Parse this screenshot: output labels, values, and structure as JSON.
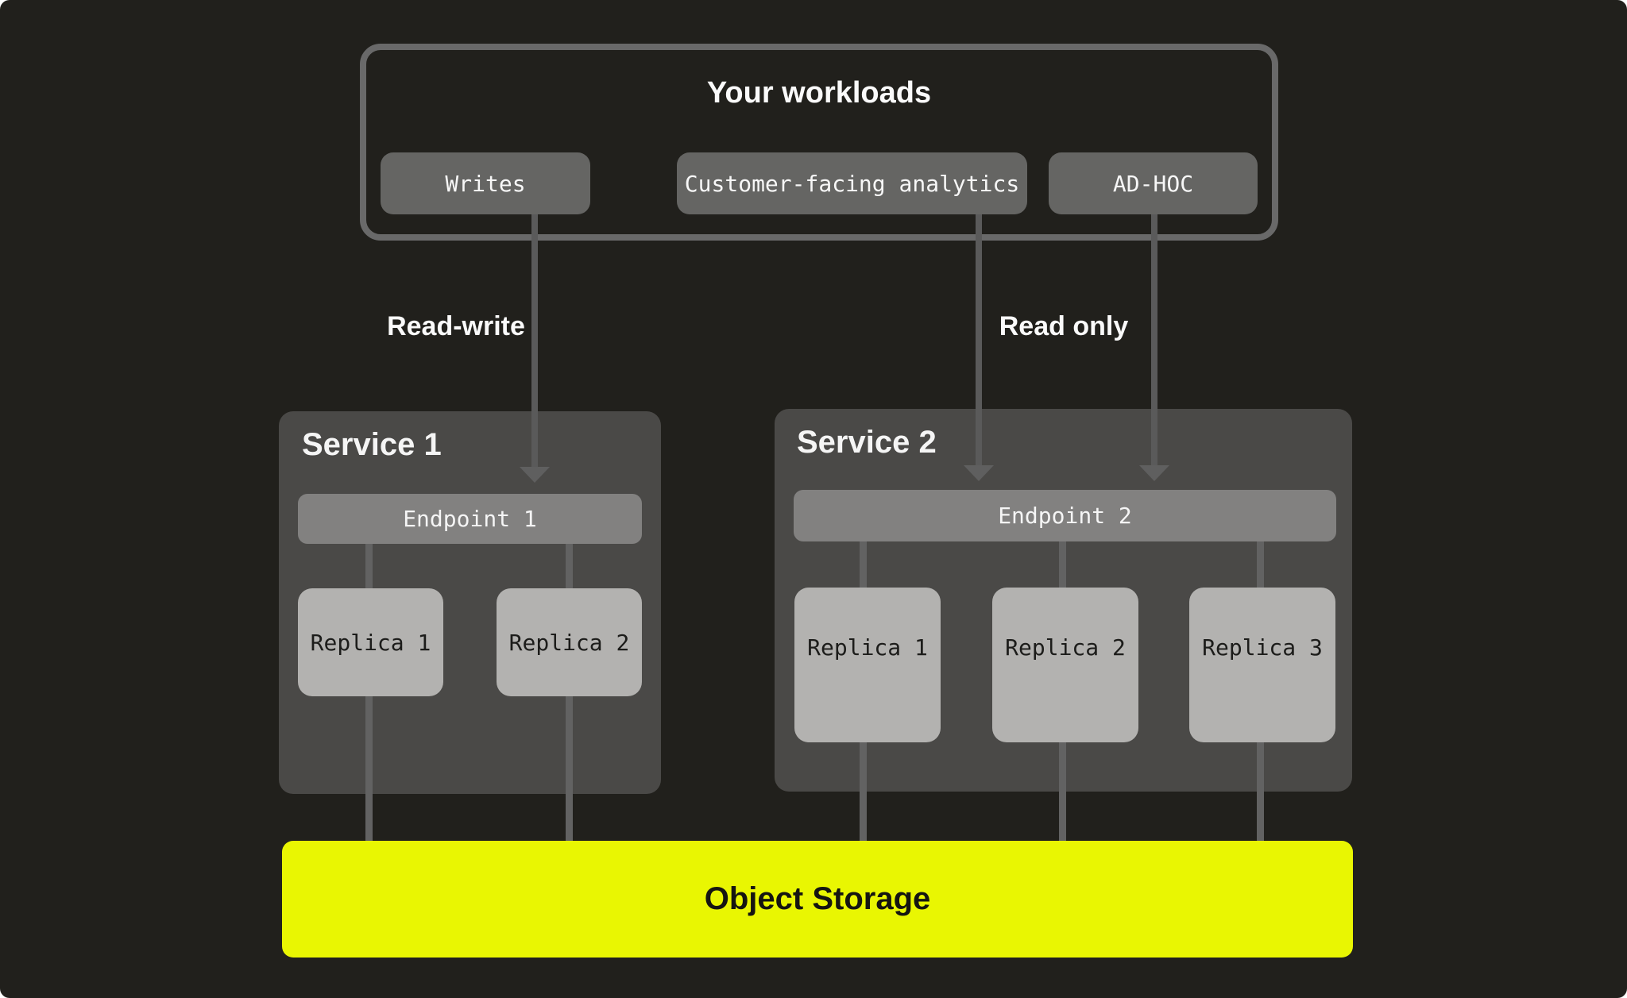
{
  "workloads": {
    "title": "Your workloads",
    "buttons": [
      {
        "label": "Writes"
      },
      {
        "label": "Customer-facing analytics"
      },
      {
        "label": "AD-HOC"
      }
    ]
  },
  "flows": {
    "read_write_label": "Read-write",
    "read_only_label": "Read only"
  },
  "services": [
    {
      "title": "Service 1",
      "endpoint_label": "Endpoint 1",
      "replicas": [
        {
          "label": "Replica 1"
        },
        {
          "label": "Replica 2"
        }
      ]
    },
    {
      "title": "Service 2",
      "endpoint_label": "Endpoint 2",
      "replicas": [
        {
          "label": "Replica 1"
        },
        {
          "label": "Replica 2"
        },
        {
          "label": "Replica 3"
        }
      ]
    }
  ],
  "storage": {
    "label": "Object Storage"
  },
  "colors": {
    "background": "#21201c",
    "panel_border": "#696969",
    "workload_chip": "#656563",
    "service_box": "#4a4947",
    "endpoint_bar": "#828180",
    "replica_box": "#b3b2b0",
    "connector_line": "#626262",
    "arrow_line": "#5a5a5a",
    "storage_accent": "#e9f602",
    "text_light": "#f5f5f5",
    "text_dark": "#151511"
  }
}
